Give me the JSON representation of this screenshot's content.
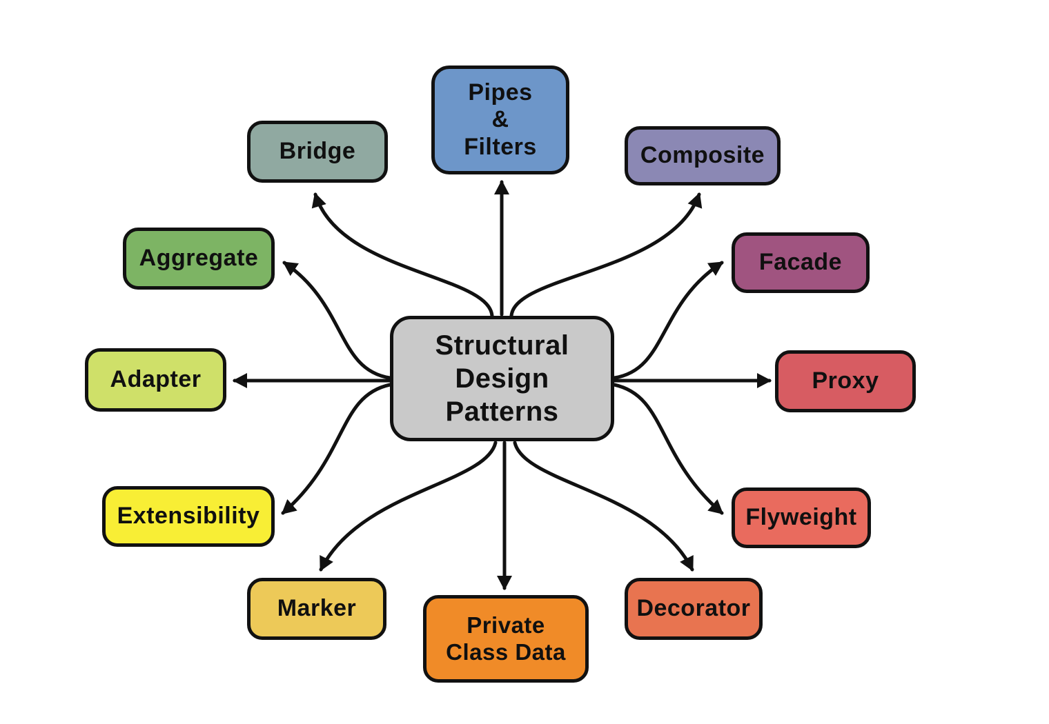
{
  "diagram": {
    "title": "Structural Design Patterns",
    "edge_color": "#111111",
    "center": {
      "id": "structural-design-patterns",
      "label": "Structural\nDesign\nPatterns",
      "color": "#c9c9c9"
    },
    "nodes": [
      {
        "id": "pipes-filters",
        "label": "Pipes\n&\nFilters",
        "color": "#6d96c9"
      },
      {
        "id": "bridge",
        "label": "Bridge",
        "color": "#90a9a1"
      },
      {
        "id": "composite",
        "label": "Composite",
        "color": "#8b88b4"
      },
      {
        "id": "aggregate",
        "label": "Aggregate",
        "color": "#7db464"
      },
      {
        "id": "facade",
        "label": "Facade",
        "color": "#a05480"
      },
      {
        "id": "adapter",
        "label": "Adapter",
        "color": "#cfe069"
      },
      {
        "id": "proxy",
        "label": "Proxy",
        "color": "#d75c62"
      },
      {
        "id": "extensibility",
        "label": "Extensibility",
        "color": "#f8ee35"
      },
      {
        "id": "flyweight",
        "label": "Flyweight",
        "color": "#e96b5e"
      },
      {
        "id": "marker",
        "label": "Marker",
        "color": "#edc958"
      },
      {
        "id": "private-class-data",
        "label": "Private\nClass Data",
        "color": "#f08b28"
      },
      {
        "id": "decorator",
        "label": "Decorator",
        "color": "#e87450"
      }
    ],
    "edges": [
      {
        "from": "structural-design-patterns",
        "to": "pipes-filters"
      },
      {
        "from": "structural-design-patterns",
        "to": "bridge"
      },
      {
        "from": "structural-design-patterns",
        "to": "composite"
      },
      {
        "from": "structural-design-patterns",
        "to": "aggregate"
      },
      {
        "from": "structural-design-patterns",
        "to": "facade"
      },
      {
        "from": "structural-design-patterns",
        "to": "adapter"
      },
      {
        "from": "structural-design-patterns",
        "to": "proxy"
      },
      {
        "from": "structural-design-patterns",
        "to": "extensibility"
      },
      {
        "from": "structural-design-patterns",
        "to": "flyweight"
      },
      {
        "from": "structural-design-patterns",
        "to": "marker"
      },
      {
        "from": "structural-design-patterns",
        "to": "private-class-data"
      },
      {
        "from": "structural-design-patterns",
        "to": "decorator"
      }
    ]
  }
}
